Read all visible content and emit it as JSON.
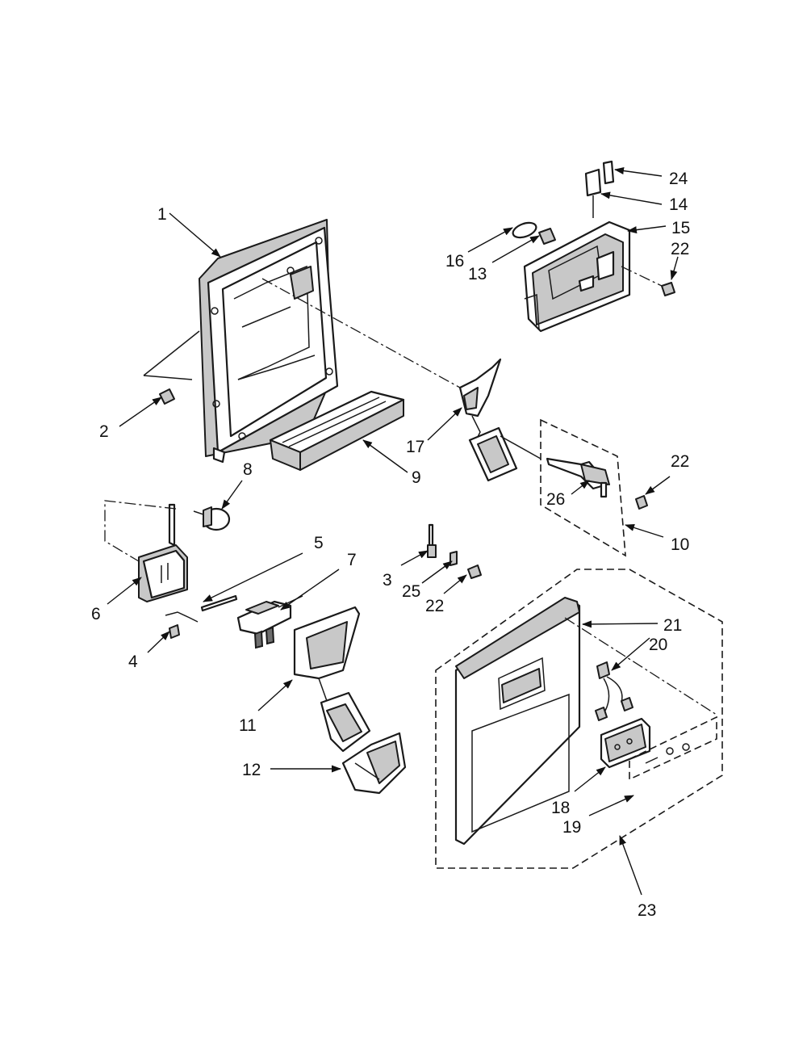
{
  "callouts": {
    "c1": "1",
    "c2": "2",
    "c3": "3",
    "c4": "4",
    "c5": "5",
    "c6": "6",
    "c7": "7",
    "c8": "8",
    "c9": "9",
    "c10": "10",
    "c11": "11",
    "c12": "12",
    "c13": "13",
    "c14": "14",
    "c15": "15",
    "c16": "16",
    "c17": "17",
    "c18": "18",
    "c19": "19",
    "c20": "20",
    "c21": "21",
    "c22a": "22",
    "c22b": "22",
    "c22c": "22",
    "c23": "23",
    "c24": "24",
    "c25": "25",
    "c26": "26"
  },
  "colors": {
    "ink": "#1a1a1a",
    "paper": "#ffffff",
    "shade": "#c8c8c8"
  }
}
